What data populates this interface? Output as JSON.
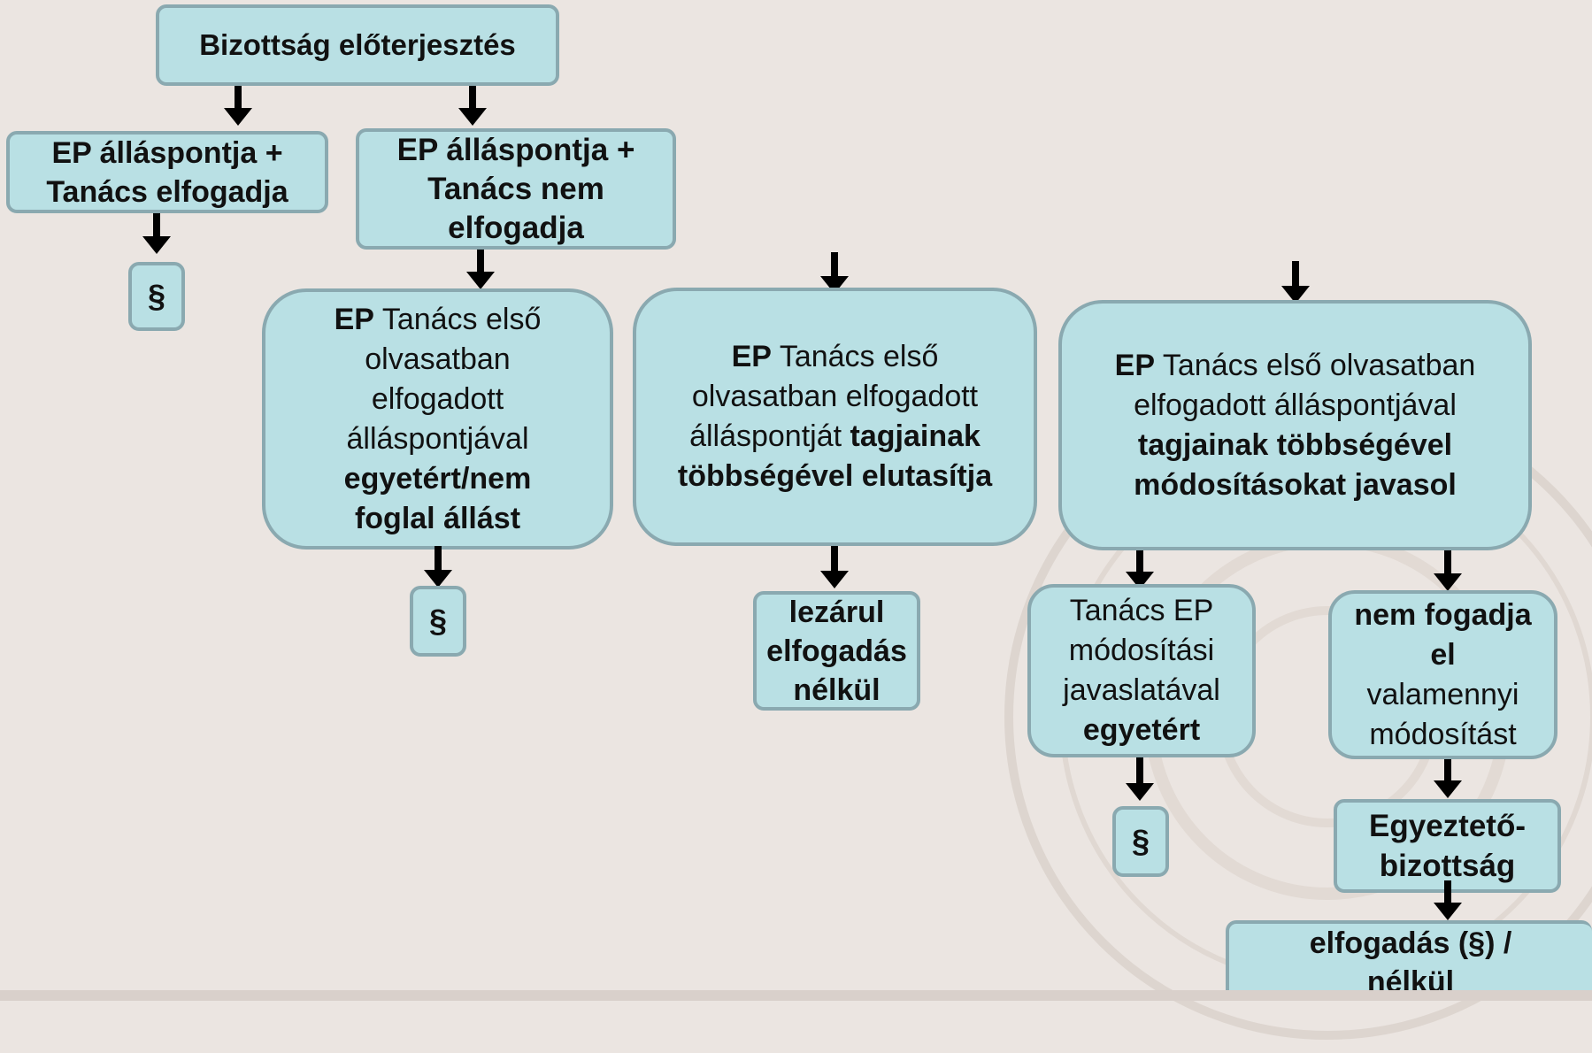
{
  "diagram": {
    "root": {
      "text": "Bizottság előterjesztés"
    },
    "branch_left": {
      "text": "EP álláspontja + Tanács elfogadja",
      "result": "§"
    },
    "branch_right": {
      "text": "EP álláspontja + Tanács nem elfogadja"
    },
    "option_a": {
      "lead": "EP",
      "text": "Tanács első olvasatban elfogadott álláspontjával",
      "bold": "egyetért/nem foglal állást",
      "result": "§"
    },
    "option_b": {
      "lead": "EP",
      "text": "Tanács első olvasatban elfogadott álláspontját",
      "bold": "tagjainak többségével elutasítja",
      "result": "lezárul elfogadás nélkül"
    },
    "option_c": {
      "lead": "EP",
      "text": "Tanács első olvasatban elfogadott álláspontjával",
      "bold": "tagjainak többségével módosításokat javasol"
    },
    "council_agrees": {
      "text": "Tanács EP módosítási javaslatával",
      "bold": "egyetért",
      "result": "§"
    },
    "council_rejects": {
      "bold": "nem fogadja el",
      "text": "valamennyi módosítást"
    },
    "conciliation": {
      "text": "Egyeztető-bizottság"
    },
    "final": {
      "text": "elfogadás (§) / nélkül"
    }
  },
  "colors": {
    "background": "#ebe5e1",
    "box_fill": "#b9e0e4",
    "box_border": "#8aa9b0",
    "arrow": "#000000"
  }
}
